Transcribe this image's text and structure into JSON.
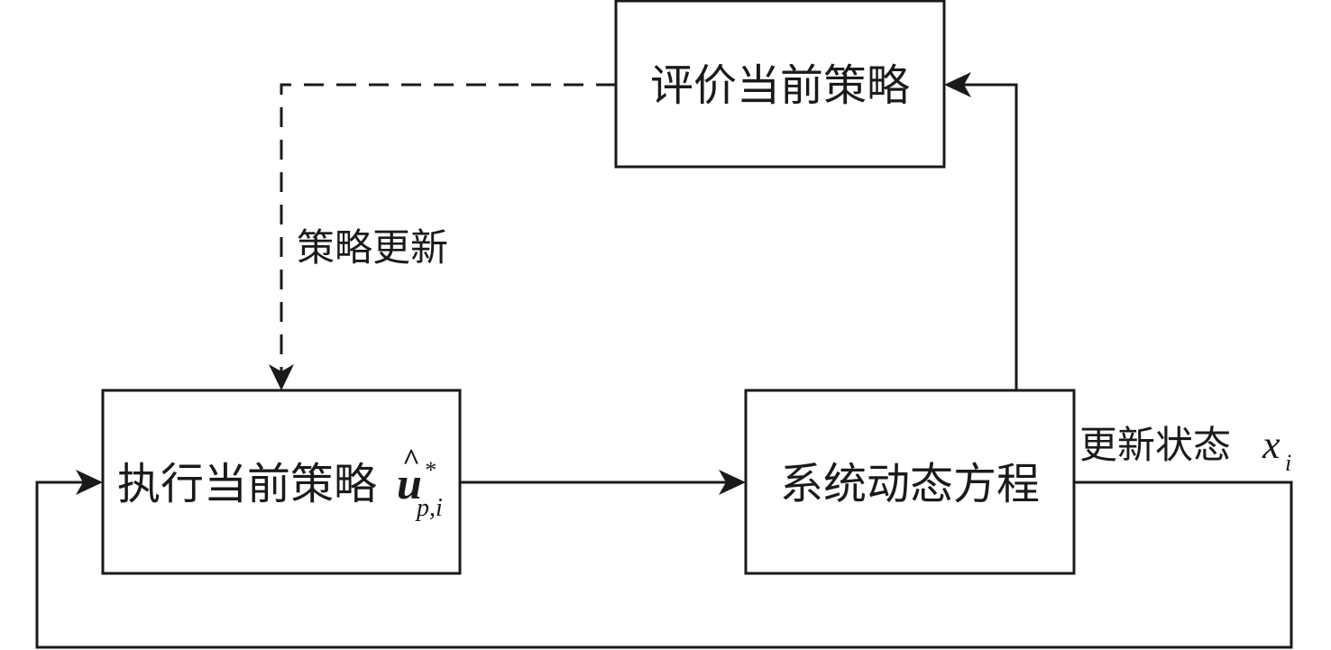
{
  "blocks": {
    "evaluate": {
      "label": "评价当前策略"
    },
    "execute": {
      "label": "执行当前策略",
      "symbol": "u",
      "symbol_hat": "^",
      "symbol_sup": "*",
      "symbol_sub": "p,i"
    },
    "system": {
      "label": "系统动态方程"
    }
  },
  "edges": {
    "policy_update": {
      "label": "策略更新",
      "style": "dashed"
    },
    "state_update": {
      "label": "更新状态",
      "var": "x",
      "var_sub": "i"
    }
  }
}
